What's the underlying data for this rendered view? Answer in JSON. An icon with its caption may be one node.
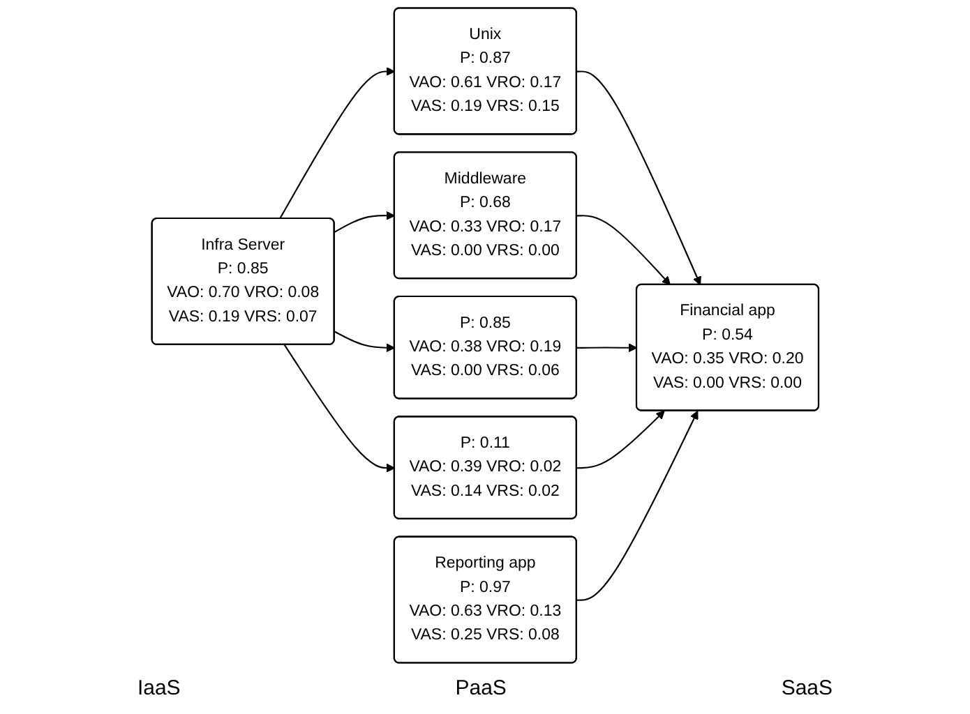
{
  "diagram": {
    "nodes": [
      {
        "text": [
          "Infra Server",
          "P: 0.85",
          "VAO: 0.70 VRO: 0.08",
          "VAS: 0.19 VRS: 0.07"
        ]
      },
      {
        "text": [
          "Unix",
          "P: 0.87",
          "VAO: 0.61 VRO: 0.17",
          "VAS: 0.19 VRS: 0.15"
        ]
      },
      {
        "text": [
          "Middleware",
          "P: 0.68",
          "VAO: 0.33 VRO: 0.17",
          "VAS: 0.00 VRS: 0.00"
        ]
      },
      {
        "text": [
          "P: 0.85",
          "VAO: 0.38 VRO: 0.19",
          "VAS: 0.00 VRS: 0.06"
        ]
      },
      {
        "text": [
          "P: 0.11",
          "VAO: 0.39 VRO: 0.02",
          "VAS: 0.14 VRS: 0.02"
        ]
      },
      {
        "text": [
          "Reporting app",
          "P: 0.97",
          "VAO: 0.63 VRO: 0.13",
          "VAS: 0.25 VRS: 0.08"
        ]
      },
      {
        "text": [
          "Financial app",
          "P: 0.54",
          "VAO: 0.35 VRO: 0.20",
          "VAS: 0.00 VRS: 0.00"
        ]
      }
    ],
    "edges": [
      {
        "from": 0,
        "to": 1,
        "arrow": "to"
      },
      {
        "from": 0,
        "to": 2,
        "arrow": "to"
      },
      {
        "from": 0,
        "to": 3,
        "arrow": "to"
      },
      {
        "from": 0,
        "to": 4,
        "arrow": "to"
      },
      {
        "from": 1,
        "to": 6,
        "arrow": "to"
      },
      {
        "from": 2,
        "to": 6,
        "arrow": "to"
      },
      {
        "from": 3,
        "to": 6,
        "arrow": "to"
      },
      {
        "from": 4,
        "to": 6,
        "arrow": "to"
      },
      {
        "from": 5,
        "to": 6,
        "arrow": "to"
      }
    ],
    "labels": [
      "IaaS",
      "PaaS",
      "SaaS"
    ]
  }
}
